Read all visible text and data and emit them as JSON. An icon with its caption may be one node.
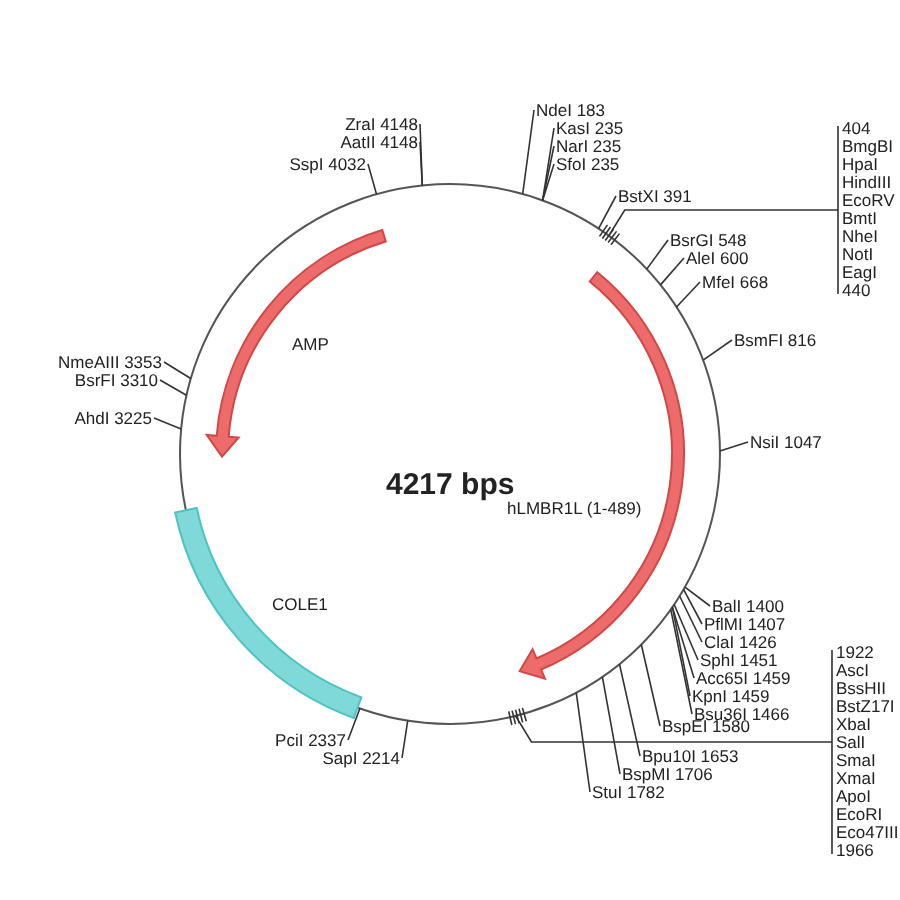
{
  "diagram": {
    "nodes": [
      {
        "text": [
          "ZraI 4148"
        ]
      },
      {
        "text": [
          "AatII 4148"
        ]
      },
      {
        "text": [
          "SspI 4032"
        ]
      },
      {
        "text": [
          "NdeI 183"
        ]
      },
      {
        "text": [
          "KasI 235"
        ]
      },
      {
        "text": [
          "NarI 235"
        ]
      },
      {
        "text": [
          "SfoI 235"
        ]
      },
      {
        "text": [
          "BstXI 391"
        ]
      },
      {
        "text": [
          "404",
          "BmgBI",
          "HpaI",
          "HindIII",
          "EcoRV",
          "BmtI",
          "NheI",
          "NotI",
          "EagI",
          "440"
        ]
      },
      {
        "text": [
          "BsrGI 548"
        ]
      },
      {
        "text": [
          "AleI 600"
        ]
      },
      {
        "text": [
          "MfeI 668"
        ]
      },
      {
        "text": [
          "BsmFI 816"
        ]
      },
      {
        "text": [
          "NsiI 1047"
        ]
      },
      {
        "text": [
          "NmeAIII 3353"
        ]
      },
      {
        "text": [
          "BsrFI 3310"
        ]
      },
      {
        "text": [
          "AhdI 3225"
        ]
      },
      {
        "text": [
          "BalI 1400"
        ]
      },
      {
        "text": [
          "PflMI 1407"
        ]
      },
      {
        "text": [
          "ClaI 1426"
        ]
      },
      {
        "text": [
          "SphI 1451"
        ]
      },
      {
        "text": [
          "Acc65I 1459"
        ]
      },
      {
        "text": [
          "KpnI 1459"
        ]
      },
      {
        "text": [
          "Bsu36I 1466"
        ]
      },
      {
        "text": [
          "BspEI 1580"
        ]
      },
      {
        "text": [
          "Bpu10I 1653"
        ]
      },
      {
        "text": [
          "BspMI 1706"
        ]
      },
      {
        "text": [
          "StuI 1782"
        ]
      },
      {
        "text": [
          "1922",
          "AscI",
          "BssHII",
          "BstZ17I",
          "XbaI",
          "SalI",
          "SmaI",
          "XmaI",
          "ApoI",
          "EcoRI",
          "Eco47III",
          "1966"
        ]
      },
      {
        "text": [
          "PciI 2337"
        ]
      },
      {
        "text": [
          "SapI 2214"
        ]
      },
      {
        "text": [],
        "shape": "circle"
      }
    ],
    "edges": [
      {
        "from": 0,
        "to": 31,
        "arrow": "none"
      },
      {
        "from": 1,
        "to": 31,
        "arrow": "none"
      },
      {
        "from": 2,
        "to": 31,
        "arrow": "none"
      },
      {
        "from": 3,
        "to": 31,
        "arrow": "none"
      },
      {
        "from": 4,
        "to": 31,
        "arrow": "none"
      },
      {
        "from": 5,
        "to": 31,
        "arrow": "none"
      },
      {
        "from": 6,
        "to": 31,
        "arrow": "none"
      },
      {
        "from": 7,
        "to": 31,
        "arrow": "none"
      },
      {
        "from": 8,
        "to": 31,
        "arrow": "none"
      },
      {
        "from": 9,
        "to": 31,
        "arrow": "none"
      },
      {
        "from": 10,
        "to": 31,
        "arrow": "none"
      },
      {
        "from": 11,
        "to": 31,
        "arrow": "none"
      },
      {
        "from": 12,
        "to": 31,
        "arrow": "none"
      },
      {
        "from": 13,
        "to": 31,
        "arrow": "none"
      },
      {
        "from": 14,
        "to": 31,
        "arrow": "none"
      },
      {
        "from": 15,
        "to": 31,
        "arrow": "none"
      },
      {
        "from": 16,
        "to": 31,
        "arrow": "none"
      },
      {
        "from": 17,
        "to": 31,
        "arrow": "none"
      },
      {
        "from": 18,
        "to": 31,
        "arrow": "none"
      },
      {
        "from": 19,
        "to": 31,
        "arrow": "none"
      },
      {
        "from": 20,
        "to": 31,
        "arrow": "none"
      },
      {
        "from": 21,
        "to": 31,
        "arrow": "none"
      },
      {
        "from": 22,
        "to": 31,
        "arrow": "none"
      },
      {
        "from": 23,
        "to": 31,
        "arrow": "none"
      },
      {
        "from": 24,
        "to": 31,
        "arrow": "none"
      },
      {
        "from": 25,
        "to": 31,
        "arrow": "none"
      },
      {
        "from": 26,
        "to": 31,
        "arrow": "none"
      },
      {
        "from": 27,
        "to": 31,
        "arrow": "none"
      },
      {
        "from": 28,
        "to": 31,
        "arrow": "none"
      },
      {
        "from": 29,
        "to": 31,
        "arrow": "none"
      },
      {
        "from": 30,
        "to": 31,
        "arrow": "none"
      }
    ],
    "labels": [
      "4217 bps",
      "AMP",
      "hLMBR1L (1-489)",
      "COLE1"
    ]
  }
}
